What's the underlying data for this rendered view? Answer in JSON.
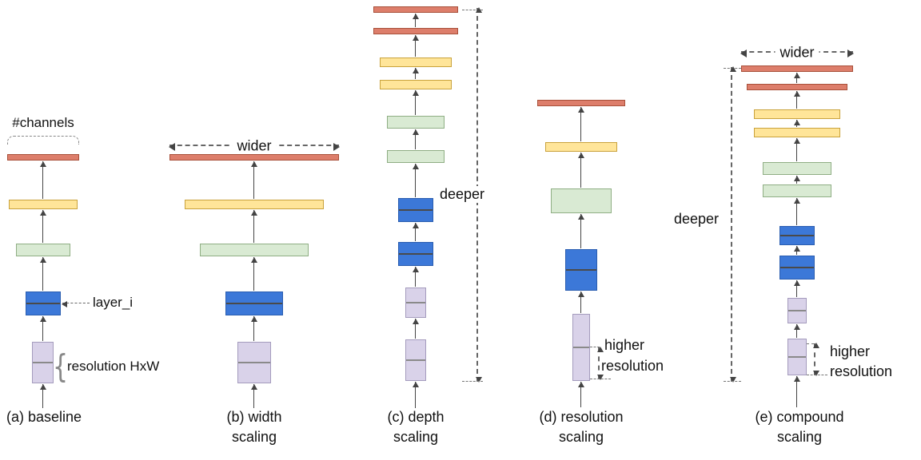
{
  "figure": {
    "panels": {
      "a": {
        "caption1": "(a) baseline",
        "channels_label": "#channels",
        "layer_label": "layer_i",
        "brace_glyph": "{",
        "resolution_label": "resolution HxW"
      },
      "b": {
        "caption1": "(b) width",
        "caption2": "scaling",
        "wider_label": "wider"
      },
      "c": {
        "caption1": "(c) depth",
        "caption2": "scaling",
        "deeper_label": "deeper"
      },
      "d": {
        "caption1": "(d) resolution",
        "caption2": "scaling",
        "higher_label1": "higher",
        "higher_label2": "resolution"
      },
      "e": {
        "caption1": "(e) compound",
        "caption2": "scaling",
        "wider_label": "wider",
        "deeper_label": "deeper",
        "higher_label1": "higher",
        "higher_label2": "resolution"
      }
    },
    "colors": {
      "red": "#dd7e6b",
      "yellow": "#ffe599",
      "green": "#d9ead3",
      "blue": "#3c78d8",
      "purple": "#d9d2e9",
      "arrow": "#444444"
    }
  }
}
